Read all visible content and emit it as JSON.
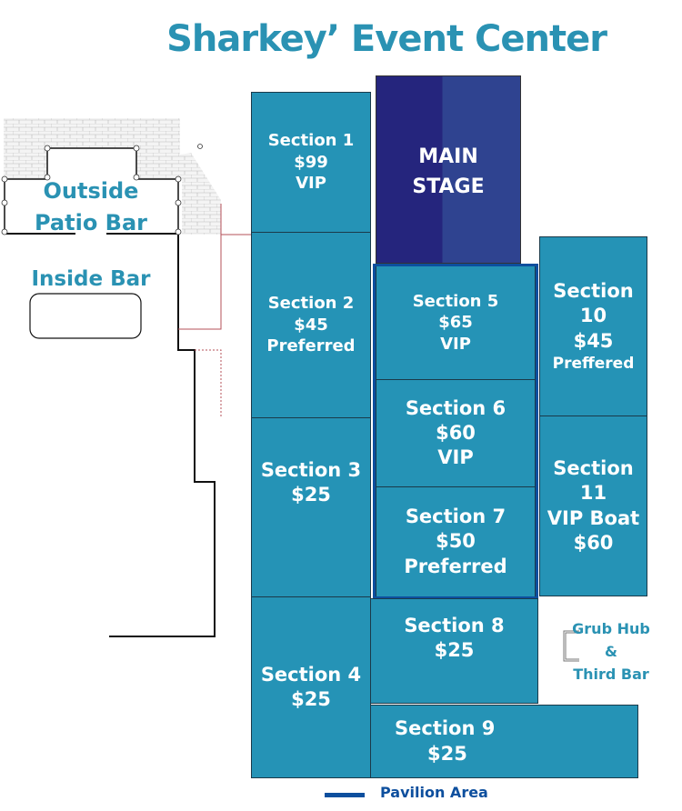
{
  "title": "Sharkey’ Event Center",
  "stage": [
    "MAIN",
    "STAGE"
  ],
  "areas": {
    "patio": [
      "Outside",
      "Patio Bar"
    ],
    "inside": "Inside Bar",
    "grub": [
      "Grub Hub",
      "&",
      "Third Bar"
    ]
  },
  "sections": [
    {
      "name": "Section 1",
      "price": "$99",
      "tier": "VIP"
    },
    {
      "name": "Section 2",
      "price": "$45",
      "tier": "Preferred"
    },
    {
      "name": "Section 3",
      "price": "$25"
    },
    {
      "name": "Section 4",
      "price": "$25"
    },
    {
      "name": "Section 5",
      "price": "$65",
      "tier": "VIP"
    },
    {
      "name": "Section 6",
      "price": "$60",
      "tier": "VIP"
    },
    {
      "name": "Section 7",
      "price": "$50",
      "tier": "Preferred"
    },
    {
      "name": "Section 8",
      "price": "$25"
    },
    {
      "name": "Section 9",
      "price": "$25"
    },
    {
      "name": [
        "Section",
        "10"
      ],
      "price": "$45",
      "tier": "Preffered"
    },
    {
      "name": [
        "Section",
        "11"
      ],
      "tier": "VIP Boat",
      "price": "$60"
    }
  ],
  "legend": {
    "label": "Pavilion Area",
    "color": "#0d4f9e"
  },
  "colors": {
    "section": "#2593b6",
    "title": "#2a92b3"
  }
}
